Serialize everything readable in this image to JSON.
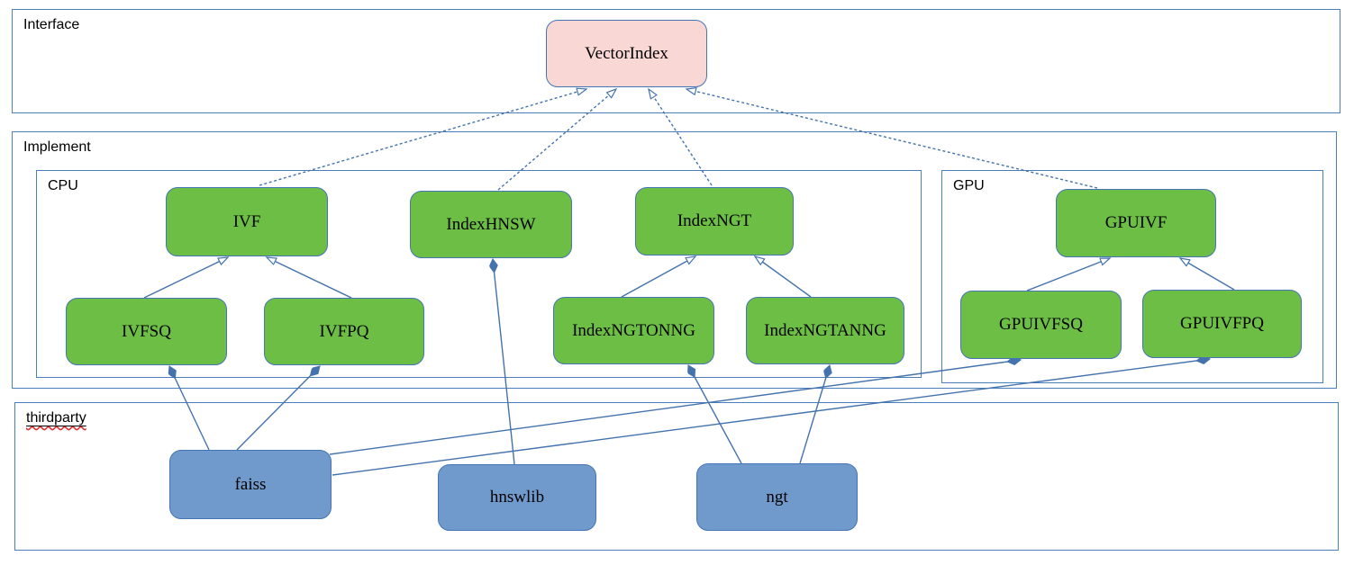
{
  "containers": {
    "interface": {
      "label": "Interface"
    },
    "implement": {
      "label": "Implement"
    },
    "cpu": {
      "label": "CPU"
    },
    "gpu": {
      "label": "GPU"
    },
    "thirdparty": {
      "label": "thirdparty"
    }
  },
  "nodes": {
    "vectorindex": {
      "label": "VectorIndex",
      "kind": "interface"
    },
    "ivf": {
      "label": "IVF",
      "kind": "cpu-class"
    },
    "indexhnsw": {
      "label": "IndexHNSW",
      "kind": "cpu-class"
    },
    "indexngt": {
      "label": "IndexNGT",
      "kind": "cpu-class"
    },
    "ivfsq": {
      "label": "IVFSQ",
      "kind": "cpu-class"
    },
    "ivfpq": {
      "label": "IVFPQ",
      "kind": "cpu-class"
    },
    "indexngtonng": {
      "label": "IndexNGTONNG",
      "kind": "cpu-class"
    },
    "indexngtanng": {
      "label": "IndexNGTANNG",
      "kind": "cpu-class"
    },
    "gpuivf": {
      "label": "GPUIVF",
      "kind": "gpu-class"
    },
    "gpuivfsq": {
      "label": "GPUIVFSQ",
      "kind": "gpu-class"
    },
    "gpuivfpq": {
      "label": "GPUIVFPQ",
      "kind": "gpu-class"
    },
    "faiss": {
      "label": "faiss",
      "kind": "thirdparty-lib"
    },
    "hnswlib": {
      "label": "hnswlib",
      "kind": "thirdparty-lib"
    },
    "ngt": {
      "label": "ngt",
      "kind": "thirdparty-lib"
    }
  },
  "relationships": [
    {
      "from": "IVF",
      "to": "VectorIndex",
      "type": "realization-dashed-hollow-arrow"
    },
    {
      "from": "IndexHNSW",
      "to": "VectorIndex",
      "type": "realization-dashed-hollow-arrow"
    },
    {
      "from": "IndexNGT",
      "to": "VectorIndex",
      "type": "realization-dashed-hollow-arrow"
    },
    {
      "from": "GPUIVF",
      "to": "VectorIndex",
      "type": "realization-dashed-hollow-arrow"
    },
    {
      "from": "IVFSQ",
      "to": "IVF",
      "type": "generalization-hollow-arrow"
    },
    {
      "from": "IVFPQ",
      "to": "IVF",
      "type": "generalization-hollow-arrow"
    },
    {
      "from": "IndexNGTONNG",
      "to": "IndexNGT",
      "type": "generalization-hollow-arrow"
    },
    {
      "from": "IndexNGTANNG",
      "to": "IndexNGT",
      "type": "generalization-hollow-arrow"
    },
    {
      "from": "GPUIVFSQ",
      "to": "GPUIVF",
      "type": "generalization-hollow-arrow"
    },
    {
      "from": "GPUIVFPQ",
      "to": "GPUIVF",
      "type": "generalization-hollow-arrow"
    },
    {
      "from": "faiss",
      "to": "IVFSQ",
      "type": "composition-filled-diamond"
    },
    {
      "from": "faiss",
      "to": "IVFPQ",
      "type": "composition-filled-diamond"
    },
    {
      "from": "faiss",
      "to": "GPUIVFSQ",
      "type": "composition-filled-diamond"
    },
    {
      "from": "faiss",
      "to": "GPUIVFPQ",
      "type": "composition-filled-diamond"
    },
    {
      "from": "hnswlib",
      "to": "IndexHNSW",
      "type": "composition-filled-diamond"
    },
    {
      "from": "ngt",
      "to": "IndexNGTONNG",
      "type": "composition-filled-diamond"
    },
    {
      "from": "ngt",
      "to": "IndexNGTANNG",
      "type": "composition-filled-diamond"
    }
  ],
  "colors": {
    "interface_fill": "#f9d7d4",
    "class_fill": "#6cbe45",
    "thirdparty_fill": "#7099cc",
    "border_blue": "#4675b5",
    "container_border": "#4a7ebc",
    "connector": "#4472ad",
    "spellcheck_underline": "#e03030"
  }
}
